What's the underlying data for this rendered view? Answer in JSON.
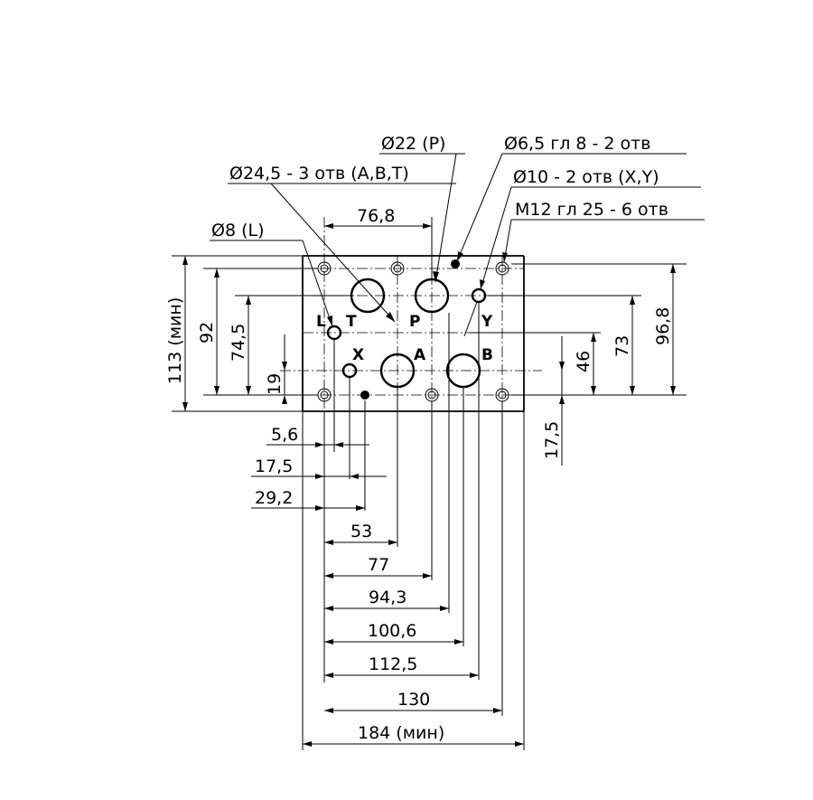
{
  "callouts": {
    "p_port": "Ø22 (P)",
    "main_ports": "Ø24,5 - 3 отв (A,B,T)",
    "pin_holes": "Ø6,5 гл 8 - 2 отв",
    "pilot_ports": "Ø10 - 2 отв (X,Y)",
    "bolt_holes": "M12 гл 25 - 6 отв",
    "drain_port": "Ø8 (L)"
  },
  "ports": {
    "L": "L",
    "T": "T",
    "P": "P",
    "Y": "Y",
    "X": "X",
    "A": "A",
    "B": "B"
  },
  "dims_top": {
    "d76_8": "76,8"
  },
  "dims_left": {
    "d113": "113 (мин)",
    "d92": "92",
    "d74_5": "74,5",
    "d19": "19"
  },
  "dims_right": {
    "d96_8": "96,8",
    "d73": "73",
    "d46": "46",
    "d17_5": "17,5"
  },
  "dims_bottom_left": {
    "d5_6": "5,6",
    "d17_5": "17,5",
    "d29_2": "29,2"
  },
  "dims_bottom": {
    "d53": "53",
    "d77": "77",
    "d94_3": "94,3",
    "d100_6": "100,6",
    "d112_5": "112,5",
    "d130": "130",
    "d184": "184 (мин)"
  }
}
